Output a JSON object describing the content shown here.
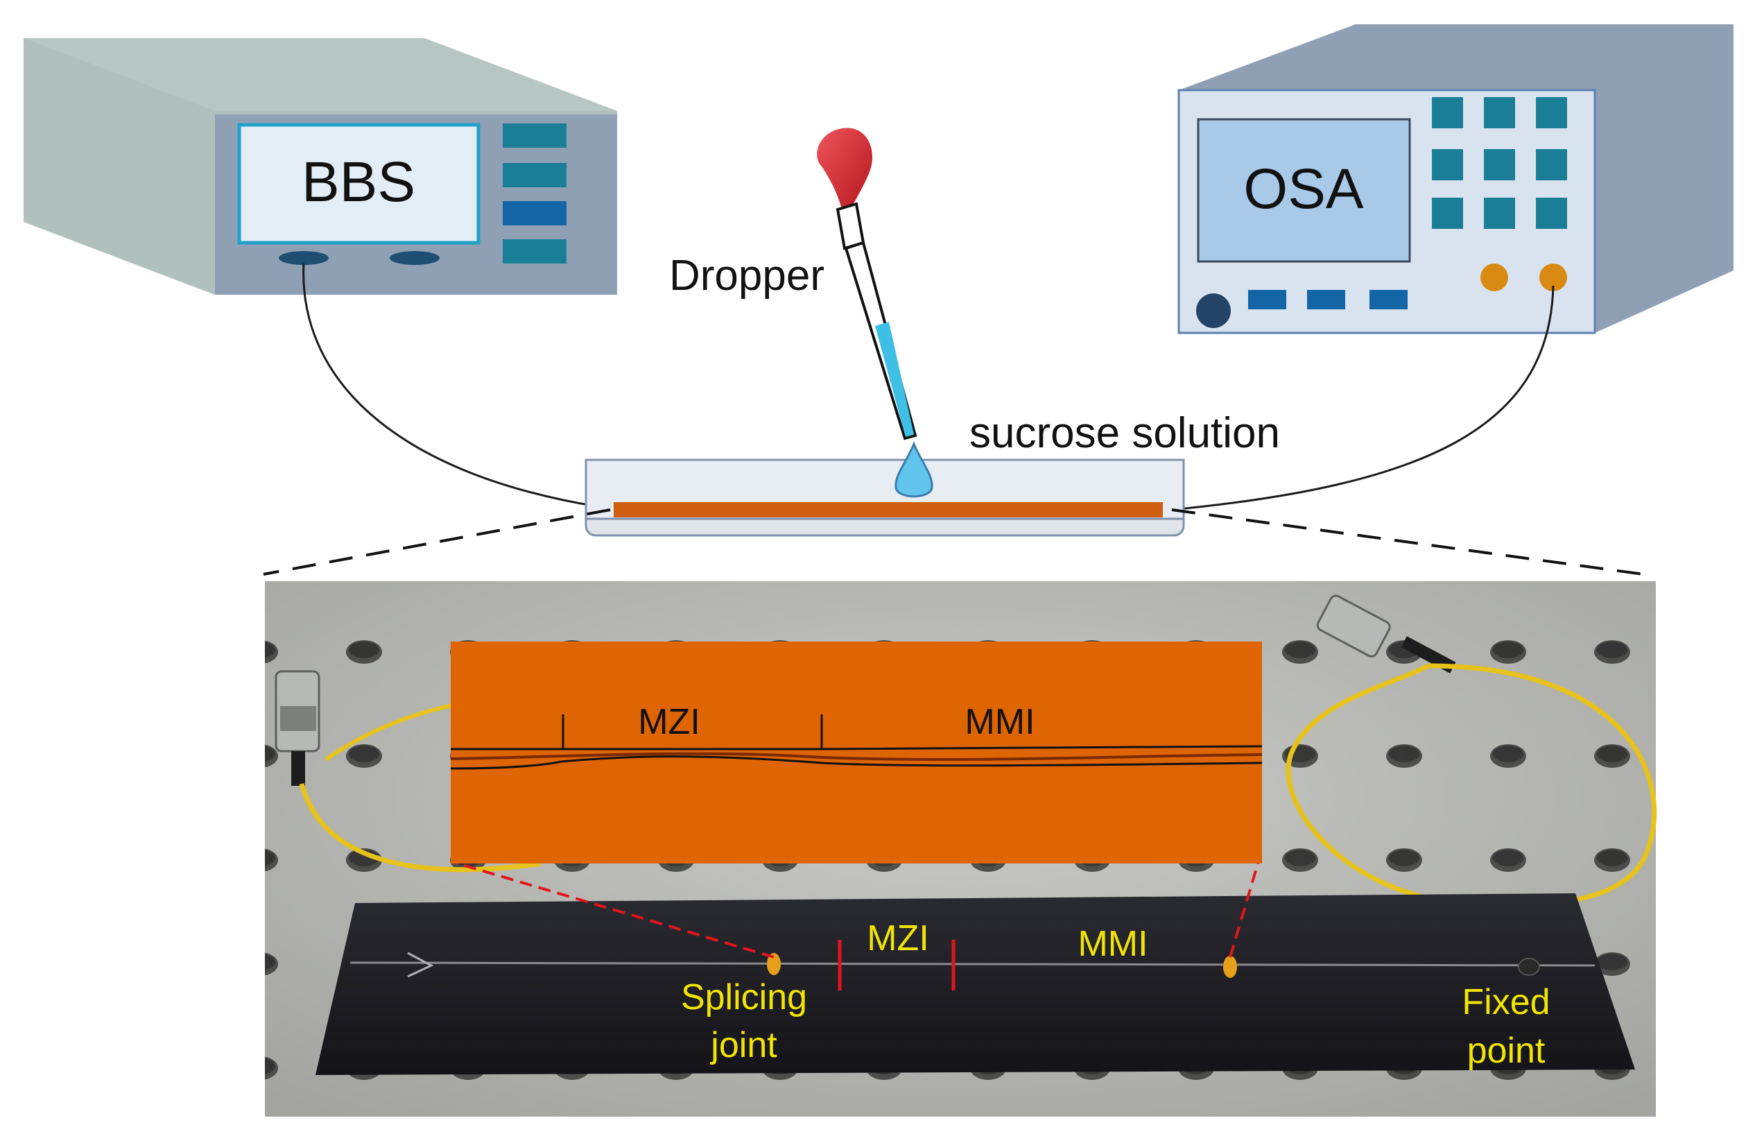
{
  "instruments": {
    "source": {
      "label": "BBS"
    },
    "analyzer": {
      "label": "OSA"
    }
  },
  "dropper": {
    "label": "Dropper"
  },
  "solution": {
    "label": "sucrose solution"
  },
  "inset": {
    "mzi_label": "MZI",
    "mmi_label": "MMI"
  },
  "photo": {
    "mzi_label": "MZI",
    "mmi_label": "MMI",
    "splice_label_line1": "Splicing",
    "splice_label_line2": "joint",
    "fixed_label_line1": "Fixed",
    "fixed_label_line2": "point"
  },
  "colors": {
    "device_body": "#8fa0b5",
    "device_side": "#afc0bd",
    "panel": "#d9e3f0",
    "screen": "#a9c9e8",
    "button_teal": "#1a7f96",
    "button_blue": "#1465a5",
    "knob_orange": "#d88a12",
    "fiber_orange": "#cf5e10",
    "inset_bg": "#df6402",
    "board": "#1c1c22",
    "label_yellow": "#f2e500",
    "red_marker": "#e0161e",
    "droplet": "#61c4ec",
    "bulb_red": "#d0202a"
  },
  "icons": [
    "broadband-source-icon",
    "optical-spectrum-analyzer-icon",
    "dropper-icon",
    "droplet-icon",
    "fiber-connector-icon"
  ]
}
